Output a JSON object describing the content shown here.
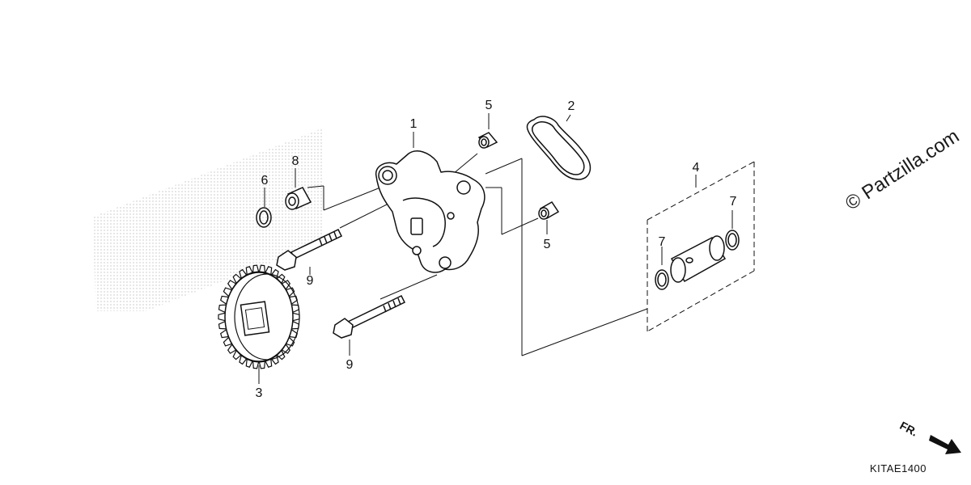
{
  "diagram": {
    "code": "KITAE1400",
    "front_label": "FR.",
    "watermark": "© Partzilla.com",
    "callouts": {
      "c1": "1",
      "c2": "2",
      "c3": "3",
      "c4": "4",
      "c5a": "5",
      "c5b": "5",
      "c6": "6",
      "c7a": "7",
      "c7b": "7",
      "c8": "8",
      "c9a": "9",
      "c9b": "9"
    }
  },
  "parts": [
    {
      "ref": "1",
      "icon": "oil-pump-body-icon"
    },
    {
      "ref": "2",
      "icon": "gasket-icon"
    },
    {
      "ref": "3",
      "icon": "gear-icon"
    },
    {
      "ref": "4",
      "icon": "joint-assembly-icon"
    },
    {
      "ref": "5",
      "icon": "dowel-pin-icon"
    },
    {
      "ref": "6",
      "icon": "o-ring-icon"
    },
    {
      "ref": "7",
      "icon": "o-ring-icon"
    },
    {
      "ref": "8",
      "icon": "dowel-pin-icon"
    },
    {
      "ref": "9",
      "icon": "bolt-icon"
    }
  ]
}
